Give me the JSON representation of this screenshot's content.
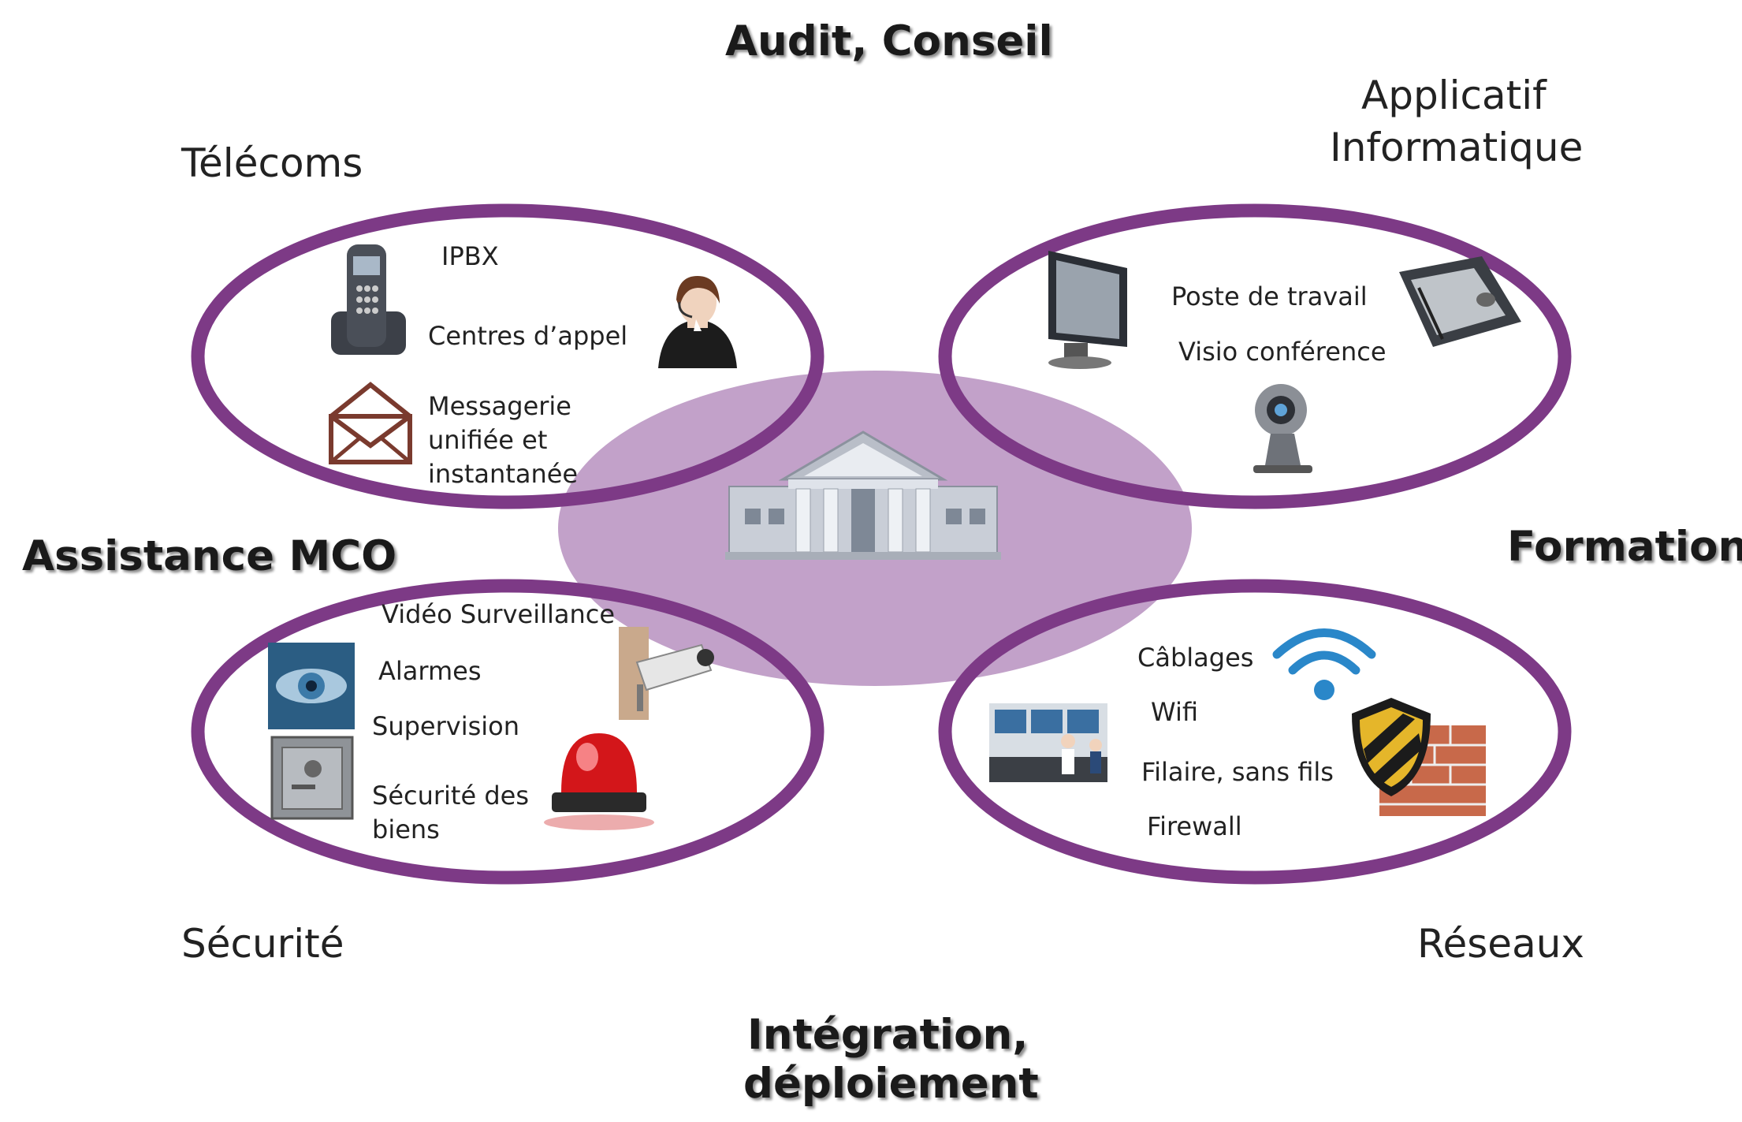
{
  "headings": {
    "top": "Audit, Conseil",
    "left": "Assistance MCO",
    "right": "Formation",
    "bottom_line1": "Intégration,",
    "bottom_line2": "déploiement"
  },
  "domains": {
    "telecoms": {
      "title": "Télécoms",
      "items": [
        "IPBX",
        "Centres d’appel",
        "Messagerie",
        "unifiée et",
        "instantanée"
      ]
    },
    "applicatif": {
      "title_line1": "Applicatif",
      "title_line2": "Informatique",
      "items": [
        "Poste de travail",
        "Visio conférence"
      ]
    },
    "securite": {
      "title": "Sécurité",
      "items": [
        "Vidéo Surveillance",
        "Alarmes",
        "Supervision",
        "Sécurité des",
        "biens"
      ]
    },
    "reseaux": {
      "title": "Réseaux",
      "items": [
        "Câblages",
        "Wifi",
        "Filaire, sans fils",
        "Firewall"
      ]
    }
  },
  "colors": {
    "ring": "#7d3a86",
    "center": "#c2a1c9",
    "heading": "#1a1a1a"
  },
  "icons": [
    "phone-icon",
    "call-center-agent-icon",
    "mail-envelope-icon",
    "building-icon",
    "monitor-icon",
    "drawing-tablet-icon",
    "webcam-icon",
    "eye-scan-icon",
    "safe-icon",
    "security-camera-icon",
    "alarm-siren-icon",
    "control-room-icon",
    "wifi-icon",
    "firewall-shield-icon"
  ]
}
